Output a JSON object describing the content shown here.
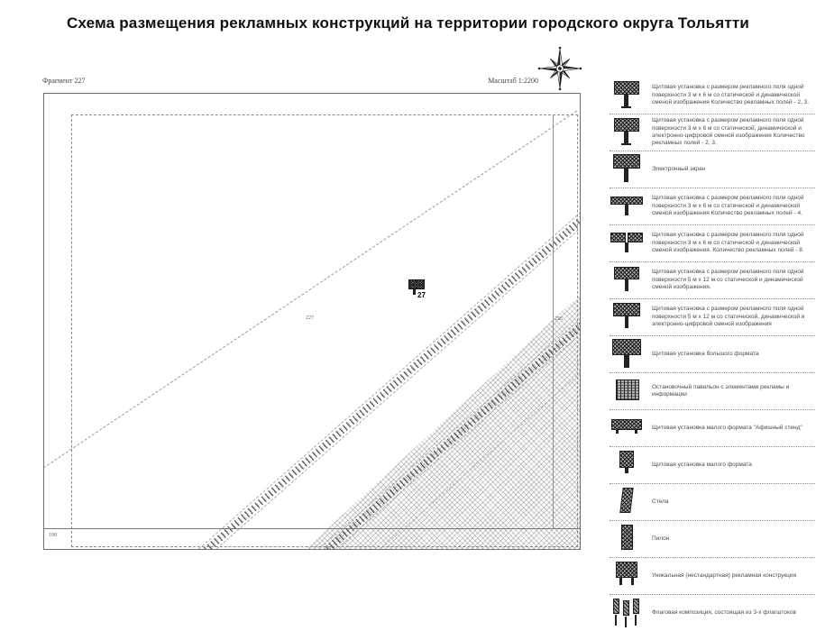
{
  "title": "Схема размещения рекламных конструкций на территории городского округа Тольятти",
  "map": {
    "fragment_label": "Фрагмент 227",
    "scale_label": "Масштаб 1:2200",
    "fragment_number": "227",
    "adjacent_fragment_right": "226",
    "adjacent_fragment_bottom": "198",
    "marker": {
      "number": "27",
      "icon": "billboard-marker-icon"
    },
    "compass_icon": "compass-rose-icon",
    "line_colors": {
      "border": "#6e6e6e",
      "dashed": "#8a8a8a",
      "road": "#4c4c4c",
      "hatch": "#9a9a9a"
    }
  },
  "legend": {
    "items": [
      {
        "icon": "billboard-3x6-icon",
        "label": "Щитовая установка с размером рекламного поля одной поверхности 3 м х 6 м со статической и динамической сменой изображения Количество рекламных полей - 2, 3."
      },
      {
        "icon": "billboard-3x6-digital-icon",
        "label": "Щитовая установка с размером рекламного поля одной поверхности 3 м х 6 м со статической, динамической и электронно-цифровой сменой изображения Количество рекламных полей - 2, 3."
      },
      {
        "icon": "electronic-screen-icon",
        "label": "Электронный экран"
      },
      {
        "icon": "billboard-3x6-4fields-icon",
        "label": "Щитовая установка с размером рекламного поля одной поверхности 3 м х 6 м со статической и динамической сменой изображения Количество рекламных полей - 4."
      },
      {
        "icon": "billboard-3x6-8fields-icon",
        "label": "Щитовая установка с размером рекламного поля одной поверхности 3 м х 6 м со статической и динамической сменой изображения. Количество рекламных полей - 8."
      },
      {
        "icon": "billboard-5x12-icon",
        "label": "Щитовая установка с размером рекламного поля одной поверхности 5 м х 12 м со статической и динамической сменой изображения."
      },
      {
        "icon": "billboard-5x12-digital-icon",
        "label": "Щитовая установка с размером рекламного поля одной поверхности 5 м х 12 м со статической, динамической и электронно-цифровой сменой изображения"
      },
      {
        "icon": "billboard-large-format-icon",
        "label": "Щитовая установка большого формата"
      },
      {
        "icon": "bus-pavilion-icon",
        "label": "Остановочный павильон с элементами рекламы и информации"
      },
      {
        "icon": "poster-stand-icon",
        "label": "Щитовая установка малого формата \"Афишный стенд\""
      },
      {
        "icon": "small-format-icon",
        "label": "Щитовая установка малого формата"
      },
      {
        "icon": "stela-icon",
        "label": "Стела"
      },
      {
        "icon": "pylon-icon",
        "label": "Пилон"
      },
      {
        "icon": "unique-construction-icon",
        "label": "Уникальная (нестандартная) рекламная конструкция"
      },
      {
        "icon": "flag-composition-icon",
        "label": "Флаговая композиция, состоящая из 3-х флагштоков"
      }
    ]
  }
}
